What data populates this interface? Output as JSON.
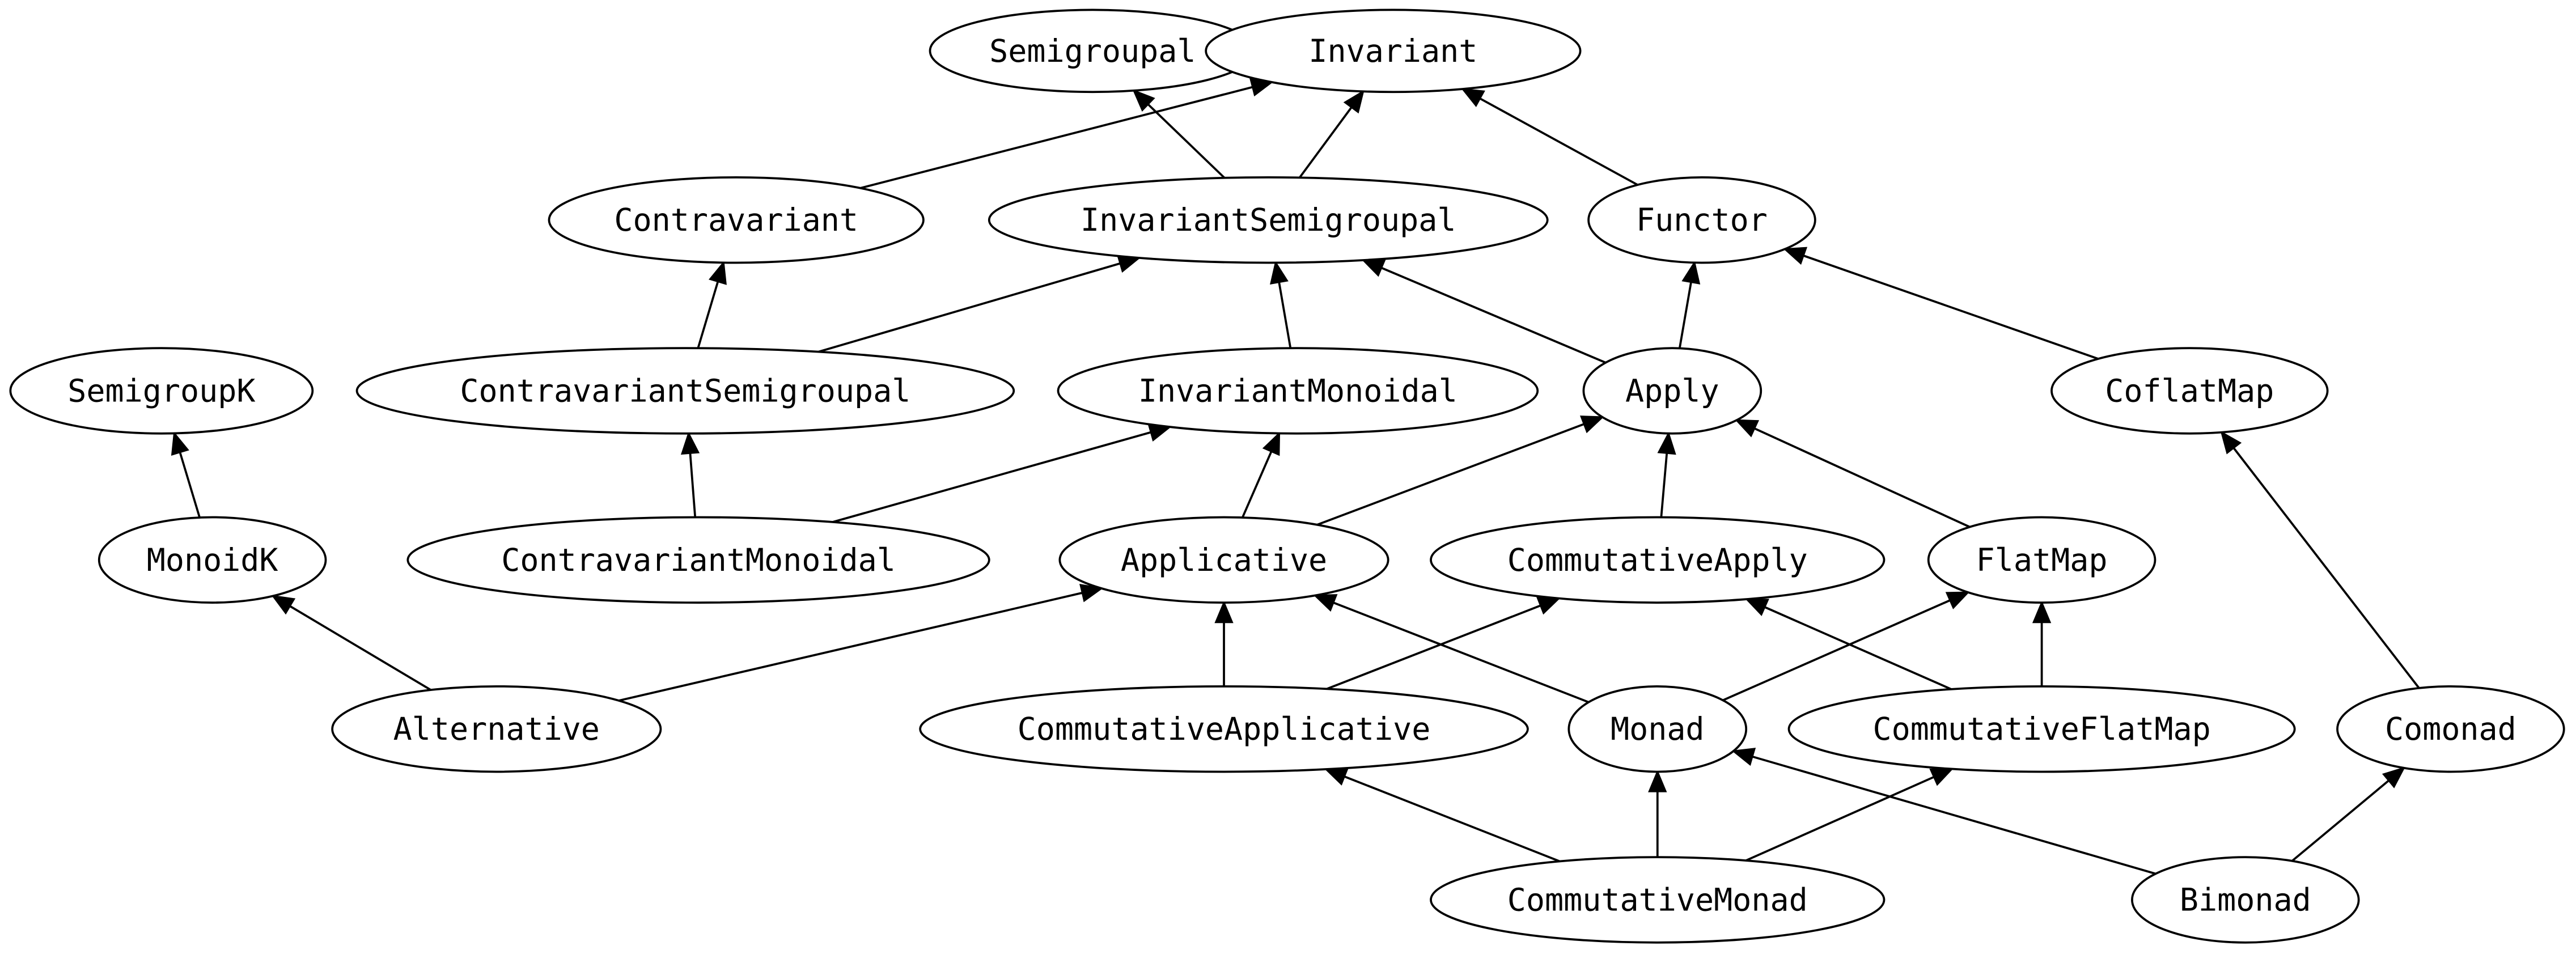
{
  "graph": {
    "nodes": [
      {
        "id": "Semigroupal",
        "label": "Semigroupal"
      },
      {
        "id": "Invariant",
        "label": "Invariant"
      },
      {
        "id": "Contravariant",
        "label": "Contravariant"
      },
      {
        "id": "InvariantSemigroupal",
        "label": "InvariantSemigroupal"
      },
      {
        "id": "Functor",
        "label": "Functor"
      },
      {
        "id": "SemigroupK",
        "label": "SemigroupK"
      },
      {
        "id": "ContravariantSemigroupal",
        "label": "ContravariantSemigroupal"
      },
      {
        "id": "InvariantMonoidal",
        "label": "InvariantMonoidal"
      },
      {
        "id": "Apply",
        "label": "Apply"
      },
      {
        "id": "CoflatMap",
        "label": "CoflatMap"
      },
      {
        "id": "MonoidK",
        "label": "MonoidK"
      },
      {
        "id": "ContravariantMonoidal",
        "label": "ContravariantMonoidal"
      },
      {
        "id": "Applicative",
        "label": "Applicative"
      },
      {
        "id": "CommutativeApply",
        "label": "CommutativeApply"
      },
      {
        "id": "FlatMap",
        "label": "FlatMap"
      },
      {
        "id": "Alternative",
        "label": "Alternative"
      },
      {
        "id": "CommutativeApplicative",
        "label": "CommutativeApplicative"
      },
      {
        "id": "Monad",
        "label": "Monad"
      },
      {
        "id": "CommutativeFlatMap",
        "label": "CommutativeFlatMap"
      },
      {
        "id": "Comonad",
        "label": "Comonad"
      },
      {
        "id": "CommutativeMonad",
        "label": "CommutativeMonad"
      },
      {
        "id": "Bimonad",
        "label": "Bimonad"
      }
    ],
    "edges": [
      {
        "from": "Contravariant",
        "to": "Invariant"
      },
      {
        "from": "InvariantSemigroupal",
        "to": "Semigroupal"
      },
      {
        "from": "InvariantSemigroupal",
        "to": "Invariant"
      },
      {
        "from": "Functor",
        "to": "Invariant"
      },
      {
        "from": "ContravariantSemigroupal",
        "to": "Contravariant"
      },
      {
        "from": "ContravariantSemigroupal",
        "to": "InvariantSemigroupal"
      },
      {
        "from": "InvariantMonoidal",
        "to": "InvariantSemigroupal"
      },
      {
        "from": "Apply",
        "to": "InvariantSemigroupal"
      },
      {
        "from": "Apply",
        "to": "Functor"
      },
      {
        "from": "CoflatMap",
        "to": "Functor"
      },
      {
        "from": "MonoidK",
        "to": "SemigroupK"
      },
      {
        "from": "ContravariantMonoidal",
        "to": "ContravariantSemigroupal"
      },
      {
        "from": "ContravariantMonoidal",
        "to": "InvariantMonoidal"
      },
      {
        "from": "Applicative",
        "to": "InvariantMonoidal"
      },
      {
        "from": "Applicative",
        "to": "Apply"
      },
      {
        "from": "CommutativeApply",
        "to": "Apply"
      },
      {
        "from": "FlatMap",
        "to": "Apply"
      },
      {
        "from": "Alternative",
        "to": "MonoidK"
      },
      {
        "from": "Alternative",
        "to": "Applicative"
      },
      {
        "from": "CommutativeApplicative",
        "to": "Applicative"
      },
      {
        "from": "CommutativeApplicative",
        "to": "CommutativeApply"
      },
      {
        "from": "Monad",
        "to": "Applicative"
      },
      {
        "from": "Monad",
        "to": "FlatMap"
      },
      {
        "from": "CommutativeFlatMap",
        "to": "CommutativeApply"
      },
      {
        "from": "CommutativeFlatMap",
        "to": "FlatMap"
      },
      {
        "from": "Comonad",
        "to": "CoflatMap"
      },
      {
        "from": "CommutativeMonad",
        "to": "CommutativeApplicative"
      },
      {
        "from": "CommutativeMonad",
        "to": "Monad"
      },
      {
        "from": "CommutativeMonad",
        "to": "CommutativeFlatMap"
      },
      {
        "from": "Bimonad",
        "to": "Monad"
      },
      {
        "from": "Bimonad",
        "to": "Comonad"
      }
    ]
  }
}
